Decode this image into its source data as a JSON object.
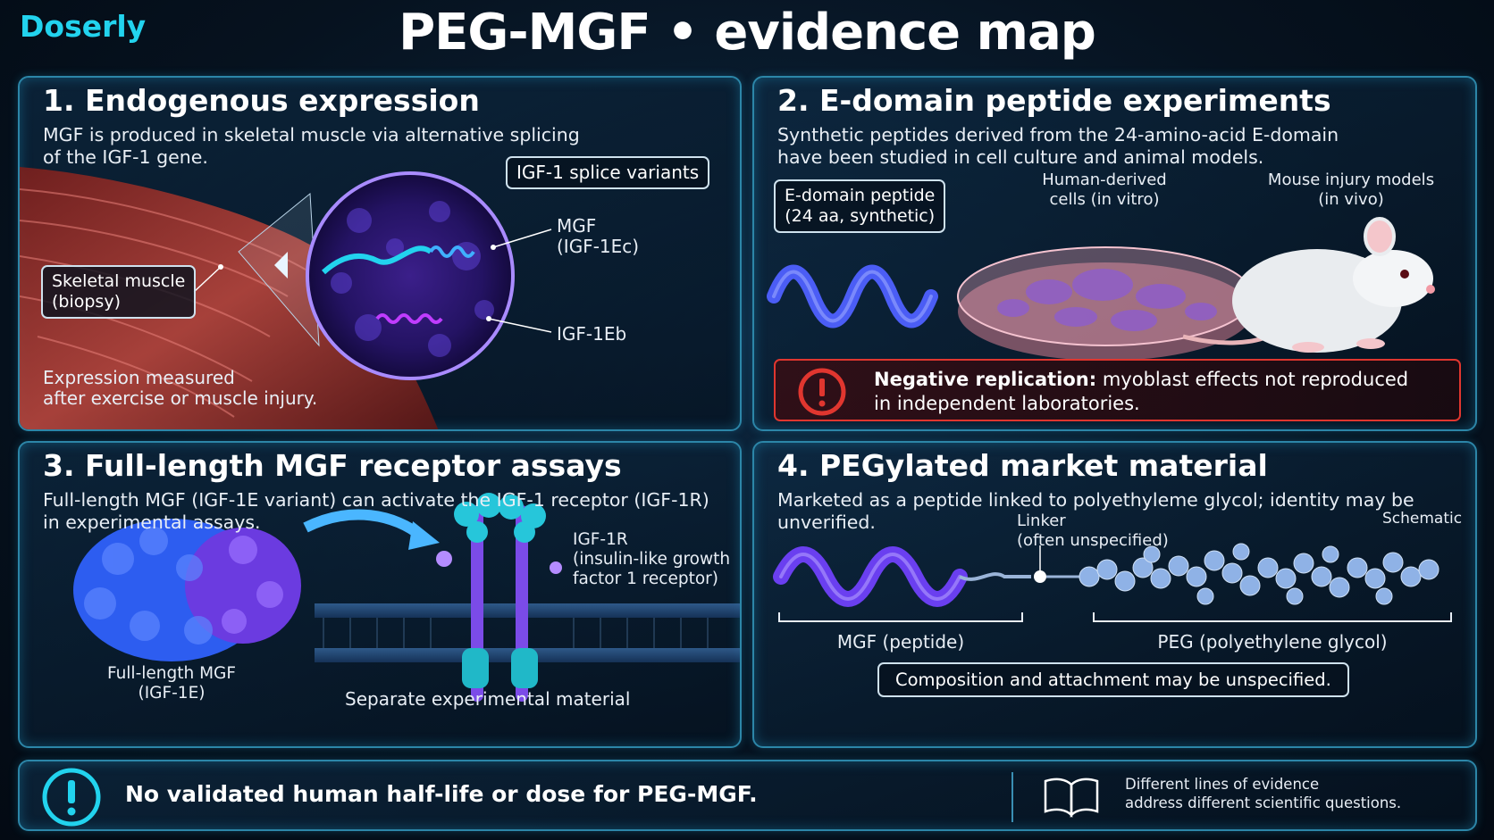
{
  "brand": "Doserly",
  "title": "PEG-MGF • evidence map",
  "panels": {
    "p1": {
      "title": "1. Endogenous expression",
      "desc_line1": "MGF is produced in skeletal muscle via alternative splicing",
      "desc_line2": "of the IGF-1 gene.",
      "splice_label": "IGF-1 splice variants",
      "muscle_label_line1": "Skeletal muscle",
      "muscle_label_line2": "(biopsy)",
      "mgf_label_line1": "MGF",
      "mgf_label_line2": "(IGF-1Ec)",
      "igf1eb_label": "IGF-1Eb",
      "note_line1": "Expression measured",
      "note_line2": "after exercise or muscle injury."
    },
    "p2": {
      "title": "2. E-domain peptide experiments",
      "desc_line1": "Synthetic peptides derived from the 24-amino-acid E-domain",
      "desc_line2": "have been studied in cell culture and animal models.",
      "peptide_label_line1": "E-domain peptide",
      "peptide_label_line2": "(24 aa, synthetic)",
      "cells_label_line1": "Human-derived",
      "cells_label_line2": "cells (in vitro)",
      "mouse_label_line1": "Mouse injury models",
      "mouse_label_line2": "(in vivo)",
      "warning_bold": "Negative replication:",
      "warning_rest": " myoblast effects not reproduced",
      "warning_line2": "in independent laboratories."
    },
    "p3": {
      "title": "3. Full-length MGF receptor assays",
      "desc_line1": "Full-length MGF (IGF-1E variant) can activate the IGF-1 receptor (IGF-1R)",
      "desc_line2": "in experimental assays.",
      "receptor_line1": "IGF-1R",
      "receptor_line2": "(insulin-like growth",
      "receptor_line3": "factor 1 receptor)",
      "protein_line1": "Full-length MGF",
      "protein_line2": "(IGF-1E)",
      "separate_label": "Separate experimental material"
    },
    "p4": {
      "title": "4. PEGylated market material",
      "desc_line1": "Marketed as a peptide linked to polyethyleme glycol; identity may be",
      "desc_line2": "unverified.",
      "linker_line1": "Linker",
      "linker_line2": "(often unspecified)",
      "schematic_label": "Schematic",
      "mgf_peptide_label": "MGF (peptide)",
      "peg_label": "PEG (polyethylene glycol)",
      "composition_note": "Composition and attachment may be unspecified."
    }
  },
  "bottom": {
    "alert": "No validated human half-life or dose for PEG-MGF.",
    "note_line1": "Different lines of evidence",
    "note_line2": "address different scientific questions."
  },
  "colors": {
    "accent": "#22d3ee",
    "border": "#2c86a8",
    "warning": "#e0362f",
    "peptide": "#6a3ff0",
    "peg": "#8fb2e6"
  },
  "icons": [
    "exclamation-circle-icon",
    "warning-icon",
    "book-icon"
  ]
}
